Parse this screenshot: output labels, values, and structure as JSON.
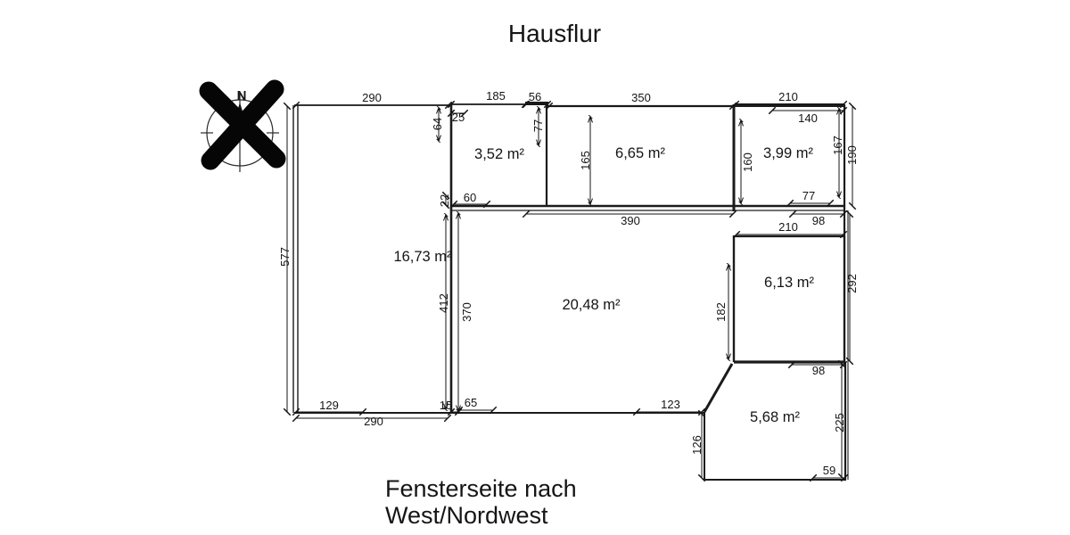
{
  "title": "Hausflur",
  "footer": {
    "line1": "Fensterseite nach",
    "line2": "West/Nordwest"
  },
  "compass": {
    "north": "N"
  },
  "rooms": {
    "r352": "3,52 m²",
    "r665": "6,65 m²",
    "r399": "3,99 m²",
    "r1673": "16,73 m²",
    "r2048": "20,48 m²",
    "r613": "6,13 m²",
    "r568": "5,68 m²"
  },
  "dims": {
    "top_290": "290",
    "top_185": "185",
    "top_56": "56",
    "top_350": "350",
    "top_210": "210",
    "top_140": "140",
    "left_64": "64",
    "left_25": "25",
    "left_77": "77",
    "mid_165": "165",
    "mid_160": "160",
    "right_167": "167",
    "right_190": "190",
    "left_22": "22",
    "left_60": "60",
    "mid_390": "390",
    "mid_77": "77",
    "mid_98": "98",
    "mid_210": "210",
    "left_577": "577",
    "left_412": "412",
    "left_370": "370",
    "right_182": "182",
    "right_292": "292",
    "low_98": "98",
    "low_126": "126",
    "low_225": "225",
    "low_59": "59",
    "bot_129": "129",
    "bot_290": "290",
    "bot_15": "15",
    "bot_65": "65",
    "bot_123": "123"
  }
}
